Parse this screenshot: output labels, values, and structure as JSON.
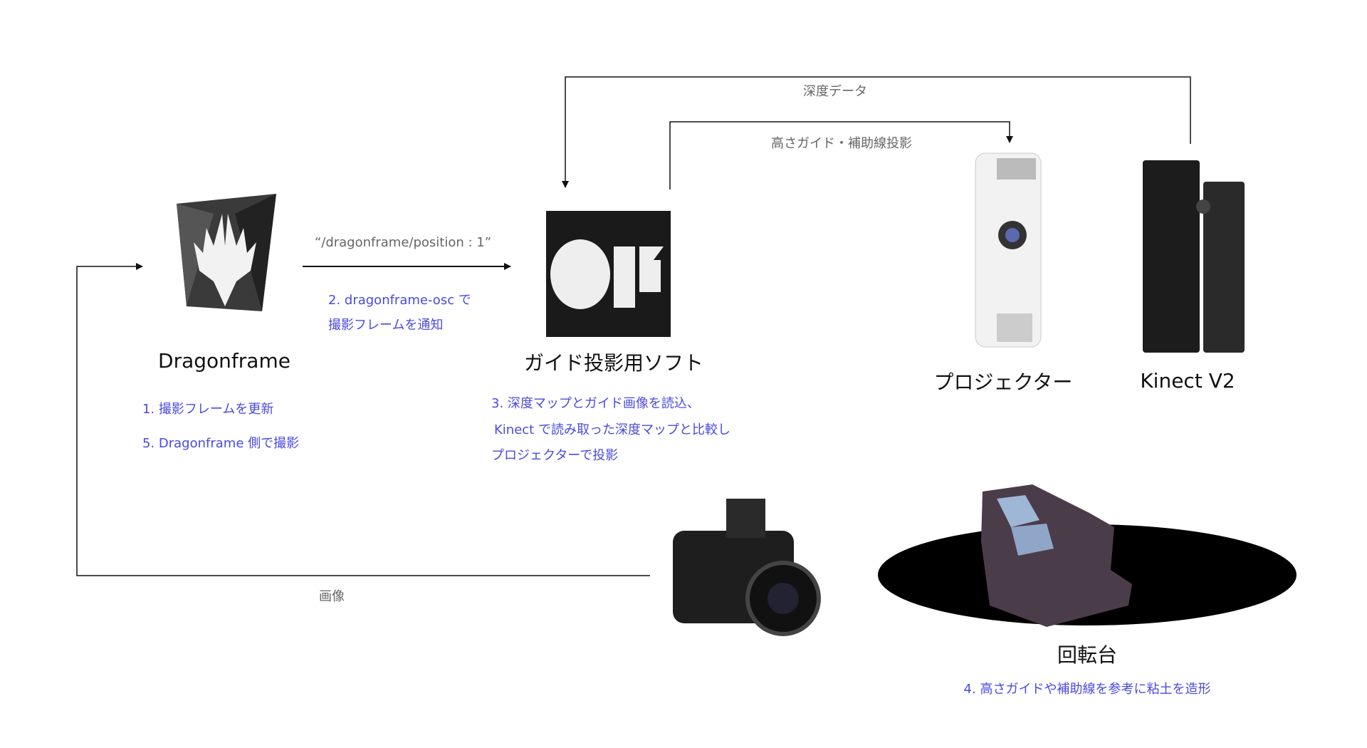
{
  "nodes": {
    "dragonframe": {
      "label": "Dragonframe",
      "notes": [
        "1. 撮影フレームを更新",
        "5. Dragonframe 側で撮影"
      ]
    },
    "guide_software": {
      "label": "ガイド投影用ソフト",
      "notes": [
        "3. 深度マップとガイド画像を読込、",
        "Kinect で読み取った深度マップと比較し",
        "プロジェクターで投影"
      ]
    },
    "projector": {
      "label": "プロジェクター"
    },
    "kinect": {
      "label": "Kinect V2"
    },
    "turntable": {
      "label": "回転台",
      "note": "4. 高さガイドや補助線を参考に粘土を造形"
    }
  },
  "edges": {
    "depth_data": "深度データ",
    "guide_projection": "高さガイド・補助線投影",
    "osc_message": "“/dragonframe/position : 1”",
    "osc_note": [
      "2. dragonframe-osc で",
      "撮影フレームを通知"
    ],
    "image": "画像"
  },
  "colors": {
    "note_blue": "#4a4ae0",
    "edge_gray": "#666666",
    "line": "#111111"
  }
}
